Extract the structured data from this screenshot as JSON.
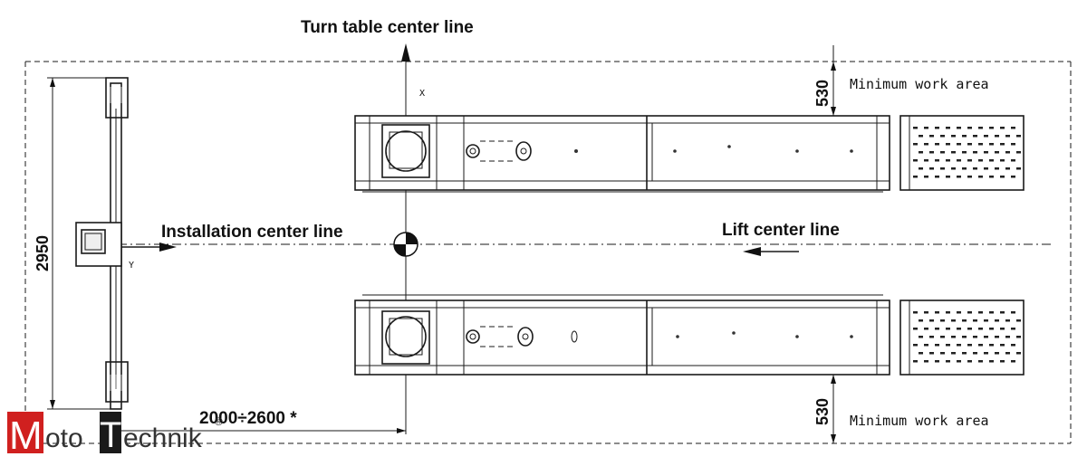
{
  "labels": {
    "turn_table_center_line": "Turn table center line",
    "installation_center_line": "Installation center line",
    "lift_center_line": "Lift center line",
    "minimum_work_area_top": "Minimum work area",
    "minimum_work_area_bottom": "Minimum work area",
    "dim_top_530": "530",
    "dim_bottom_530": "530",
    "dim_2950": "2950",
    "dim_distance": "2000÷2600 *",
    "axis_x": "X",
    "axis_y": "Y"
  },
  "logo": {
    "letter_m": "M",
    "text_oto": "oto",
    "letter_t": "T",
    "text_echnik": "echnik",
    "registered": "®",
    "colors": {
      "red": "#d0201f",
      "black": "#1a1a1a"
    }
  }
}
